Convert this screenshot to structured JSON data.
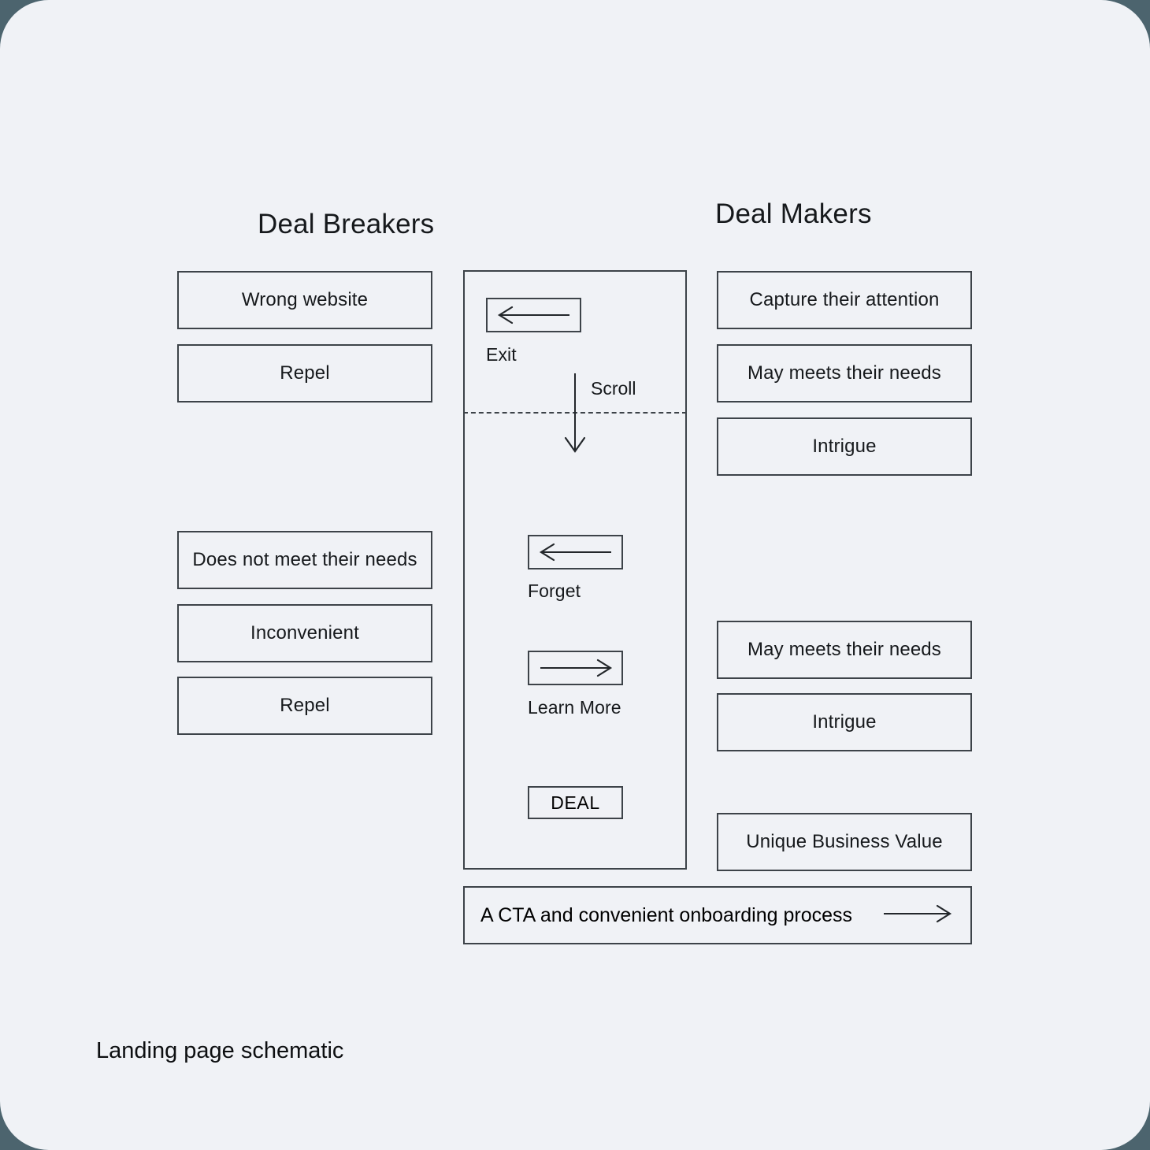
{
  "card": {
    "background": "#f0f2f6",
    "outer_background": "#4c646e",
    "stroke": "#3d4349",
    "text": "#16191c"
  },
  "columns": {
    "left": {
      "title": "Deal Breakers",
      "items": [
        {
          "label": "Wrong website"
        },
        {
          "label": "Repel"
        },
        {
          "label": "Does not meet their needs"
        },
        {
          "label": "Inconvenient"
        },
        {
          "label": "Repel"
        }
      ]
    },
    "right": {
      "title": "Deal Makers",
      "items": [
        {
          "label": "Capture their attention"
        },
        {
          "label": "May meets their needs"
        },
        {
          "label": "Intrigue"
        },
        {
          "label": "May meets their needs"
        },
        {
          "label": "Intrigue"
        },
        {
          "label": "Unique Business Value"
        }
      ]
    }
  },
  "center": {
    "actions": [
      {
        "id": "exit",
        "caption": "Exit",
        "icon": "arrow-left-icon"
      },
      {
        "id": "forget",
        "caption": "Forget",
        "icon": "arrow-left-icon"
      },
      {
        "id": "learn",
        "caption": "Learn More",
        "icon": "arrow-right-icon"
      }
    ],
    "scroll": {
      "caption": "Scroll",
      "icon": "arrow-down-icon"
    },
    "fold": {
      "style": "dashed"
    },
    "deal": {
      "label": "DEAL"
    }
  },
  "cta": {
    "label": "A CTA and convenient onboarding process",
    "icon": "arrow-right-icon"
  },
  "footer": {
    "caption": "Landing page schematic"
  }
}
